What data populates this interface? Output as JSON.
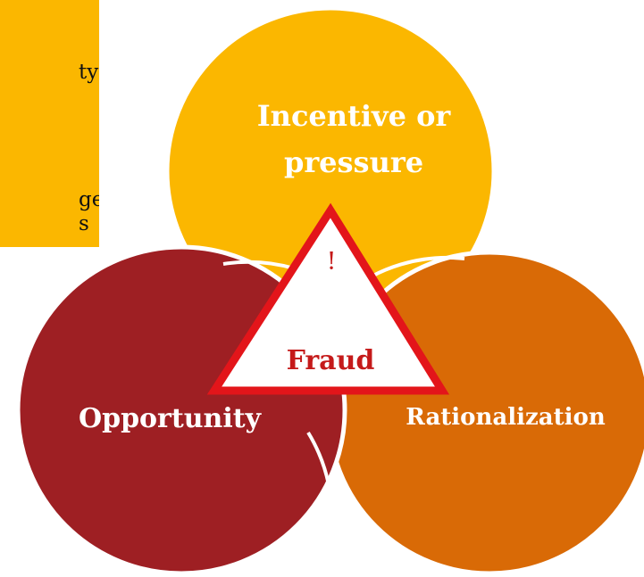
{
  "note_box": {
    "lines": [
      "ty or",
      "gets",
      "s"
    ]
  },
  "diagram": {
    "circles": {
      "top": {
        "label_lines": [
          "Incentive or",
          "pressure"
        ]
      },
      "left": {
        "label": "Opportunity"
      },
      "right": {
        "label": "Rationalization"
      }
    },
    "center": {
      "label": "Fraud",
      "alert_mark": "!"
    }
  },
  "colors": {
    "note_bg": "#fbb700",
    "circle_top": "#fbb700",
    "circle_left": "#9e1f23",
    "circle_right": "#d96a06",
    "triangle_stroke": "#e3151a",
    "fraud_text": "#c51a1a"
  }
}
